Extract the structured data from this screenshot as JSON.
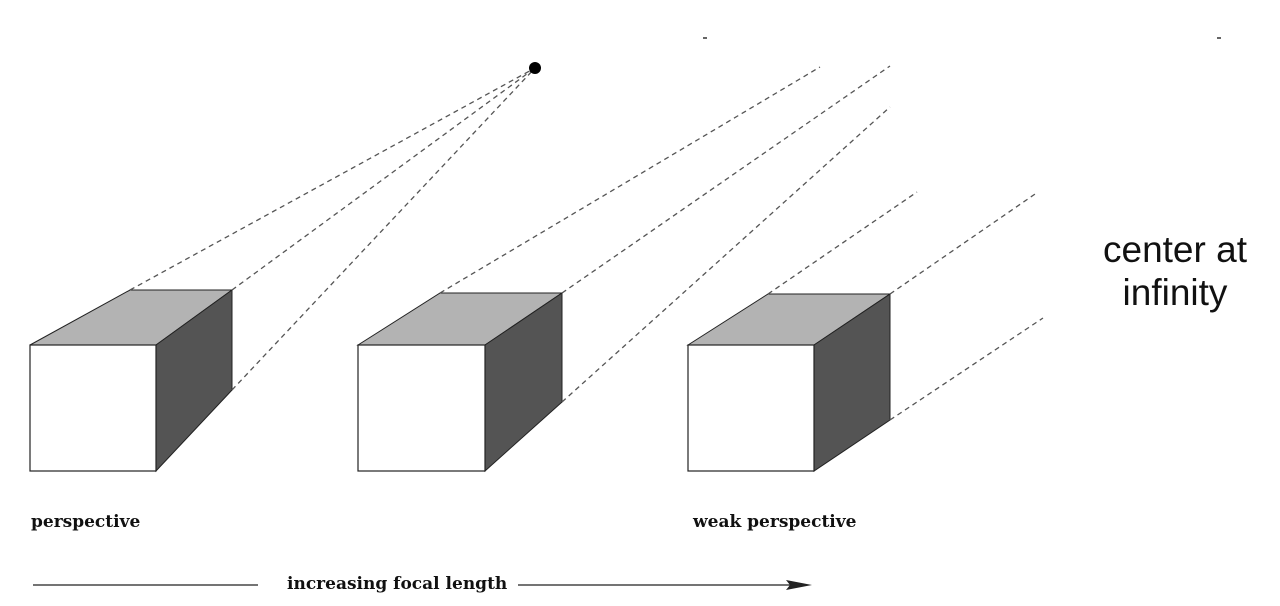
{
  "labels": {
    "perspective": "perspective",
    "weak_perspective": "weak perspective",
    "axis": "increasing focal length",
    "center_line1": "center at",
    "center_line2": "infinity"
  },
  "colors": {
    "front_face": "#ffffff",
    "top_face": "#b3b3b3",
    "side_face": "#545454",
    "stroke": "#222222",
    "dashed": "#555555"
  }
}
